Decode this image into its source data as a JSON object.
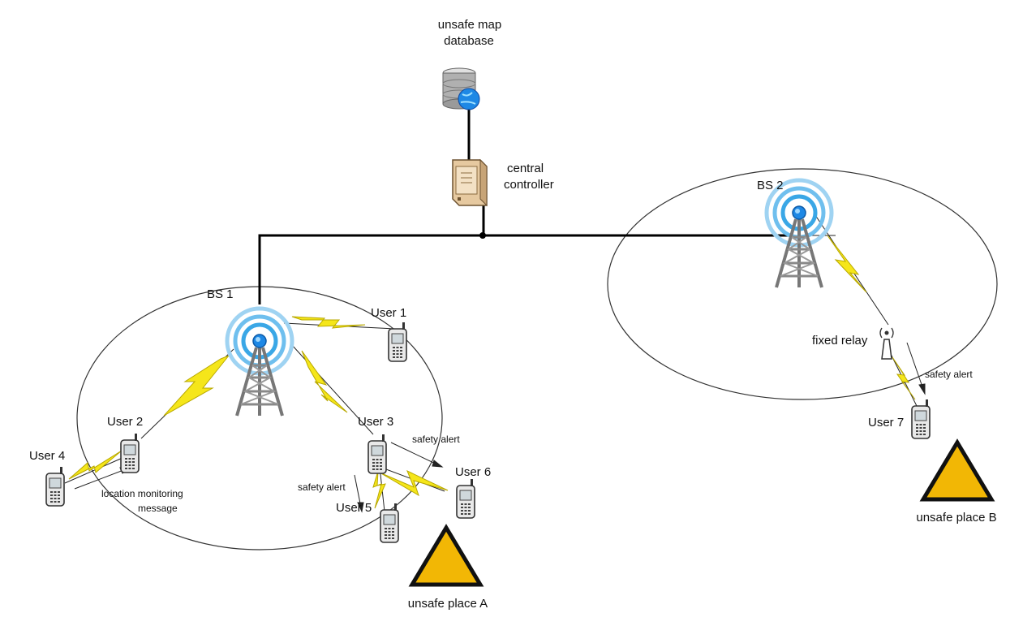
{
  "labels": {
    "database": [
      "unsafe map",
      "database"
    ],
    "controller": [
      "central",
      "controller"
    ],
    "bs1": "BS 1",
    "bs2": "BS 2",
    "user1": "User 1",
    "user2": "User 2",
    "user3": "User 3",
    "user4": "User 4",
    "user5": "User 5",
    "user6": "User 6",
    "user7": "User 7",
    "fixed_relay": "fixed relay",
    "safety_alert_1": "safety alert",
    "safety_alert_2": "safety alert",
    "safety_alert_3": "safety alert",
    "location_msg": [
      "location monitoring",
      "message"
    ],
    "unsafe_a": "unsafe place A",
    "unsafe_b": "unsafe place B"
  },
  "colors": {
    "wire": "#000000",
    "lightning": "#f5e61a",
    "lightning_stroke": "#9a8c00",
    "warning": "#f2b705",
    "tower": "#7a7a7a",
    "signal": "#1e9be0"
  },
  "icons": {
    "database": "database-icon",
    "controller": "server-icon",
    "base_station": "radio-tower-icon",
    "phone": "mobile-phone-icon",
    "relay": "antenna-icon",
    "warning": "warning-triangle-icon",
    "link": "lightning-icon"
  }
}
